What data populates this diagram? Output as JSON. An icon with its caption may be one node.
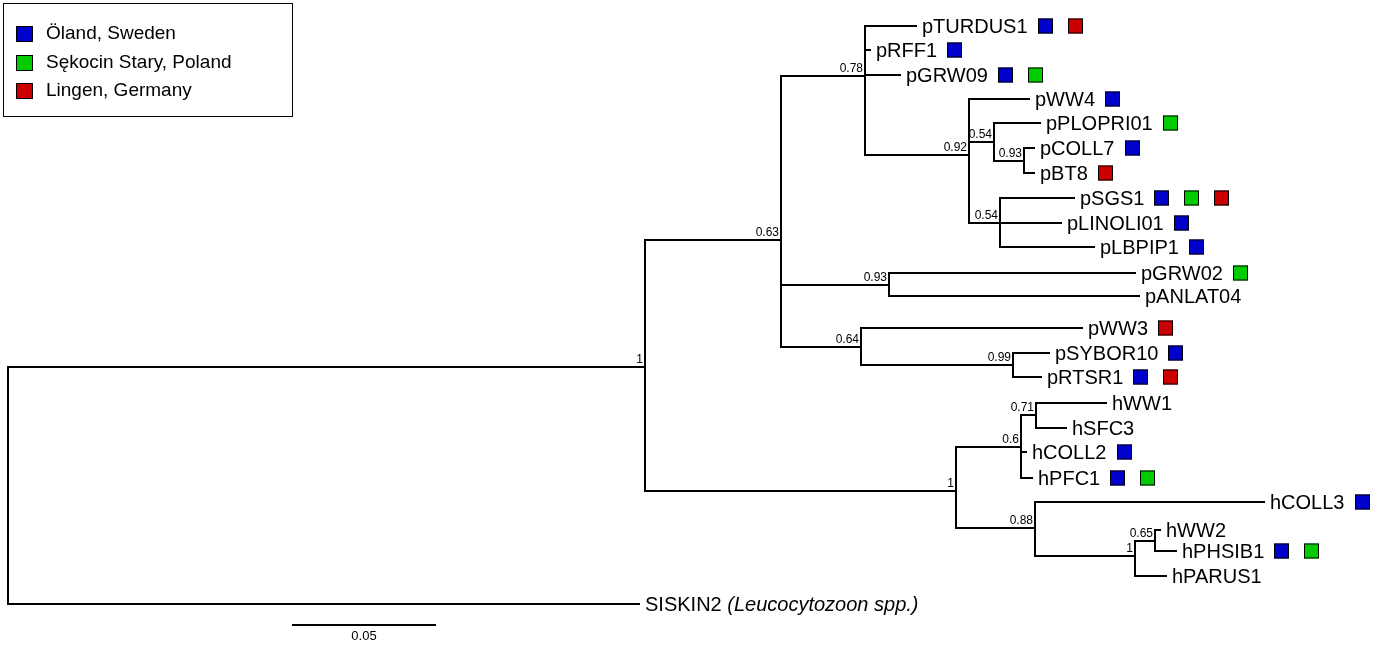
{
  "diagram": {
    "nodes": [
      {
        "text": [
          "pTURDUS1"
        ]
      },
      {
        "text": [
          "pRFF1"
        ]
      },
      {
        "text": [
          "pGRW09"
        ]
      },
      {
        "text": [
          "pWW4"
        ]
      },
      {
        "text": [
          "pPLOPRI01"
        ]
      },
      {
        "text": [
          "pCOLL7"
        ]
      },
      {
        "text": [
          "pBT8"
        ]
      },
      {
        "text": [
          "pSGS1"
        ]
      },
      {
        "text": [
          "pLINOLI01"
        ]
      },
      {
        "text": [
          "pLBPIP1"
        ]
      },
      {
        "text": [
          "pGRW02"
        ]
      },
      {
        "text": [
          "pANLAT04"
        ]
      },
      {
        "text": [
          "pWW3"
        ]
      },
      {
        "text": [
          "pSYBOR10"
        ]
      },
      {
        "text": [
          "pRTSR1"
        ]
      },
      {
        "text": [
          "hWW1"
        ]
      },
      {
        "text": [
          "hSFC3"
        ]
      },
      {
        "text": [
          "hCOLL2"
        ]
      },
      {
        "text": [
          "hPFC1"
        ]
      },
      {
        "text": [
          "hCOLL3"
        ]
      },
      {
        "text": [
          "hWW2"
        ]
      },
      {
        "text": [
          "hPHSIB1"
        ]
      },
      {
        "text": [
          "hPARUS1"
        ]
      },
      {
        "text": [
          "SISKIN2 *(Leucocytozoon spp.)*"
        ]
      },
      {
        "text": [],
        "shape": "bar"
      },
      {
        "text": [
          "1"
        ]
      },
      {
        "text": [
          "0.63"
        ]
      },
      {
        "text": [
          "0.78"
        ]
      },
      {
        "text": [
          "0.92"
        ]
      },
      {
        "text": [
          "0.54"
        ]
      },
      {
        "text": [
          "0.93"
        ]
      },
      {
        "text": [
          "0.54"
        ]
      },
      {
        "text": [
          "0.93"
        ]
      },
      {
        "text": [
          "0.64"
        ]
      },
      {
        "text": [
          "0.99"
        ]
      },
      {
        "text": [
          "1"
        ]
      },
      {
        "text": [
          "0.6"
        ]
      },
      {
        "text": [
          "0.71"
        ]
      },
      {
        "text": [
          "0.88"
        ]
      },
      {
        "text": [
          "1"
        ]
      },
      {
        "text": [
          "0.65"
        ]
      }
    ],
    "edges": [
      {
        "from": 24,
        "to": 25,
        "arrow": "none"
      },
      {
        "from": 24,
        "to": 23,
        "arrow": "none"
      },
      {
        "from": 25,
        "to": 26,
        "arrow": "none"
      },
      {
        "from": 25,
        "to": 35,
        "arrow": "none"
      },
      {
        "from": 26,
        "to": 27,
        "arrow": "none"
      },
      {
        "from": 26,
        "to": 32,
        "arrow": "none"
      },
      {
        "from": 26,
        "to": 33,
        "arrow": "none"
      },
      {
        "from": 27,
        "to": 0,
        "arrow": "none"
      },
      {
        "from": 27,
        "to": 1,
        "arrow": "none"
      },
      {
        "from": 27,
        "to": 2,
        "arrow": "none"
      },
      {
        "from": 27,
        "to": 28,
        "arrow": "none"
      },
      {
        "from": 28,
        "to": 3,
        "arrow": "none"
      },
      {
        "from": 28,
        "to": 29,
        "arrow": "none"
      },
      {
        "from": 28,
        "to": 31,
        "arrow": "none"
      },
      {
        "from": 29,
        "to": 4,
        "arrow": "none"
      },
      {
        "from": 29,
        "to": 30,
        "arrow": "none"
      },
      {
        "from": 30,
        "to": 5,
        "arrow": "none"
      },
      {
        "from": 30,
        "to": 6,
        "arrow": "none"
      },
      {
        "from": 31,
        "to": 7,
        "arrow": "none"
      },
      {
        "from": 31,
        "to": 8,
        "arrow": "none"
      },
      {
        "from": 31,
        "to": 9,
        "arrow": "none"
      },
      {
        "from": 32,
        "to": 10,
        "arrow": "none"
      },
      {
        "from": 32,
        "to": 11,
        "arrow": "none"
      },
      {
        "from": 33,
        "to": 12,
        "arrow": "none"
      },
      {
        "from": 33,
        "to": 34,
        "arrow": "none"
      },
      {
        "from": 34,
        "to": 13,
        "arrow": "none"
      },
      {
        "from": 34,
        "to": 14,
        "arrow": "none"
      },
      {
        "from": 35,
        "to": 36,
        "arrow": "none"
      },
      {
        "from": 35,
        "to": 38,
        "arrow": "none"
      },
      {
        "from": 36,
        "to": 37,
        "arrow": "none"
      },
      {
        "from": 36,
        "to": 17,
        "arrow": "none"
      },
      {
        "from": 36,
        "to": 18,
        "arrow": "none"
      },
      {
        "from": 37,
        "to": 15,
        "arrow": "none"
      },
      {
        "from": 37,
        "to": 16,
        "arrow": "none"
      },
      {
        "from": 38,
        "to": 19,
        "arrow": "none"
      },
      {
        "from": 38,
        "to": 39,
        "arrow": "none"
      },
      {
        "from": 39,
        "to": 40,
        "arrow": "none"
      },
      {
        "from": 39,
        "to": 22,
        "arrow": "none"
      },
      {
        "from": 40,
        "to": 20,
        "arrow": "none"
      },
      {
        "from": 40,
        "to": 21,
        "arrow": "none"
      }
    ],
    "labels": [
      "0.05"
    ],
    "legend": [
      {
        "text": "Öland, Sweden",
        "color": "#0000cc"
      },
      {
        "text": "Sękocin Stary, Poland",
        "color": "#00cc00"
      },
      {
        "text": "Lingen, Germany",
        "color": "#cc0000"
      }
    ]
  }
}
